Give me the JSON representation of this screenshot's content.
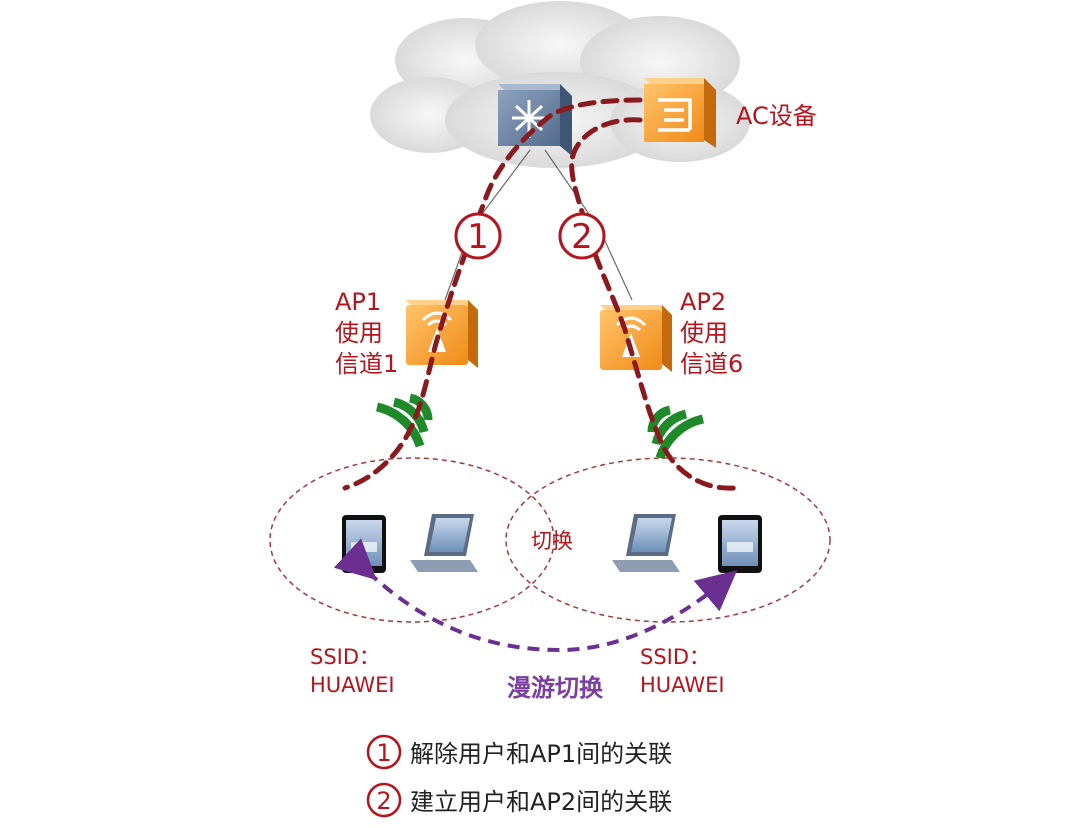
{
  "ac": {
    "label": "AC设备"
  },
  "ap1": {
    "name": "AP1",
    "line2": "使用",
    "line3": "信道1"
  },
  "ap2": {
    "name": "AP2",
    "line2": "使用",
    "line3": "信道6"
  },
  "steps": {
    "one": "1",
    "two": "2"
  },
  "overlap_label": "切换",
  "ssid_left": {
    "line1": "SSID：",
    "line2": "HUAWEI"
  },
  "ssid_right": {
    "line1": "SSID：",
    "line2": "HUAWEI"
  },
  "roam_label": "漫游切换",
  "legend": [
    {
      "num": "1",
      "text": "解除用户和AP1间的关联"
    },
    {
      "num": "2",
      "text": "建立用户和AP2间的关联"
    }
  ],
  "colors": {
    "dash_red": "#8b1a1f",
    "wifi_green": "#1e8a2a",
    "roam_purple": "#7a3fa0",
    "ap_orange": "#f4a23a",
    "switch_blue": "#5d7595"
  },
  "icons": [
    "cloud",
    "switch-icon",
    "ac-device-icon",
    "ap-icon",
    "wifi-signal-icon",
    "tablet-icon",
    "laptop-icon"
  ]
}
